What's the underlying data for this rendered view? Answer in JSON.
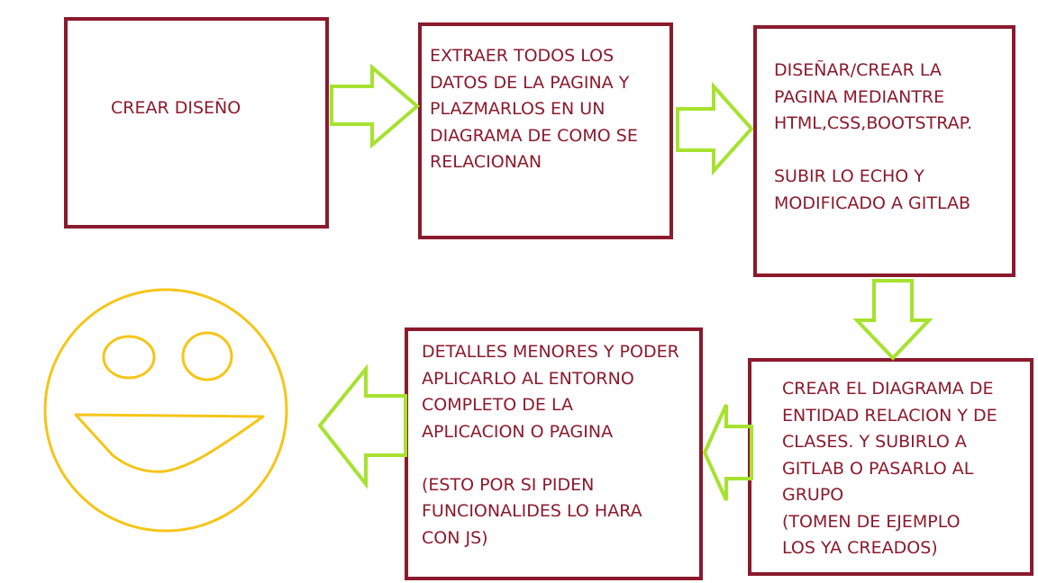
{
  "colors": {
    "box_border": "#8b1a2c",
    "text": "#8b1a2c",
    "arrow": "#a6e22e",
    "face": "#f5c518"
  },
  "steps": [
    {
      "text": "CREAR DISEÑO"
    },
    {
      "text": "EXTRAER TODOS LOS\nDATOS DE LA PAGINA Y\nPLAZMARLOS EN UN\nDIAGRAMA DE COMO SE\nRELACIONAN"
    },
    {
      "text": "DISEÑAR/CREAR LA\nPAGINA MEDIANTRE\nHTML,CSS,BOOTSTRAP.\n\nSUBIR LO ECHO Y\nMODIFICADO A GITLAB"
    },
    {
      "text": "CREAR EL DIAGRAMA DE\nENTIDAD RELACION Y DE\nCLASES. Y SUBIRLO A\nGITLAB O PASARLO AL\nGRUPO\n(TOMEN DE EJEMPLO\nLOS YA CREADOS)"
    },
    {
      "text": "DETALLES MENORES Y PODER\nAPLICARLO AL ENTORNO\nCOMPLETO DE LA\nAPLICACION O PAGINA\n\n(ESTO POR SI PIDEN\nFUNCIONALIDES LO HARA\nCON JS)"
    }
  ],
  "arrows": [
    {
      "from": "step-1",
      "to": "step-2",
      "direction": "right"
    },
    {
      "from": "step-2",
      "to": "step-3",
      "direction": "right"
    },
    {
      "from": "step-3",
      "to": "step-4",
      "direction": "down"
    },
    {
      "from": "step-4",
      "to": "step-5",
      "direction": "left"
    },
    {
      "from": "step-5",
      "to": "smiley-face",
      "direction": "left"
    }
  ],
  "icons": {
    "smiley": "smiley-face-icon"
  }
}
